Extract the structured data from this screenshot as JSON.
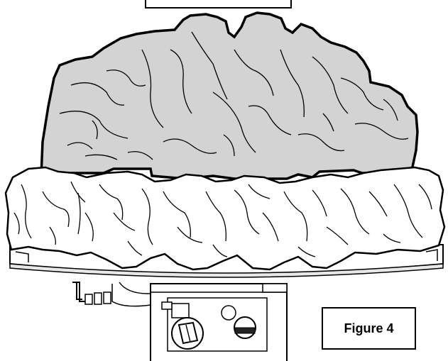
{
  "figure": {
    "label": "Figure 4"
  },
  "colors": {
    "rear_log_fill": "#d3d3d3",
    "front_log_fill": "#ffffff",
    "outline": "#000000"
  },
  "parts": [
    "top-label-box",
    "rear-log-set",
    "front-log-set",
    "burner-pan",
    "gas-valve",
    "control-knob",
    "pilot-assembly"
  ]
}
